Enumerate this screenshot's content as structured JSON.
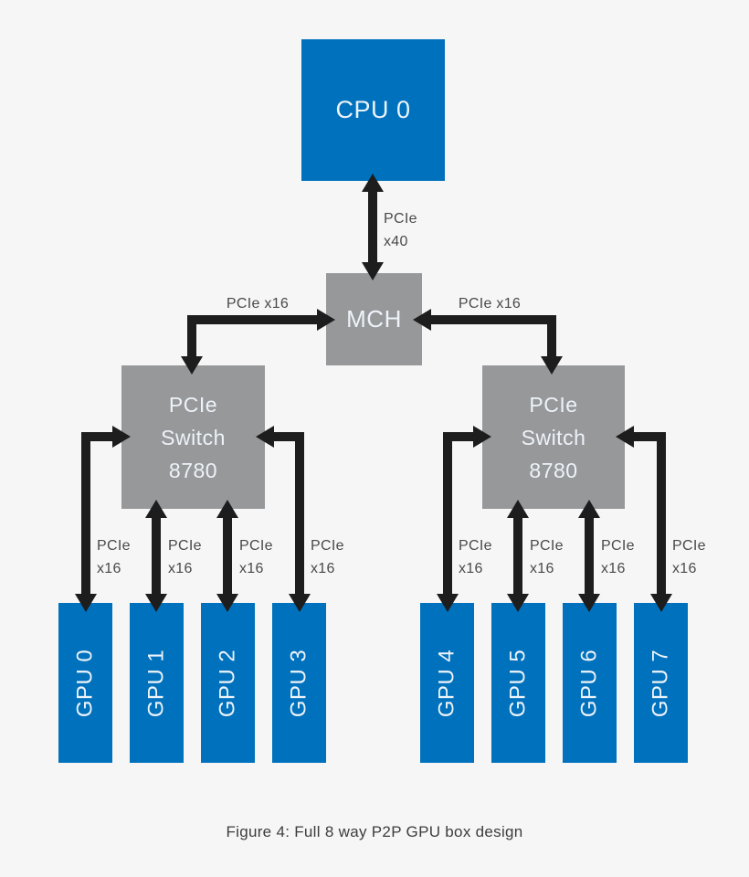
{
  "colors": {
    "bg": "#f6f6f7",
    "node-blue": "#0071bc",
    "node-gray": "#97989a",
    "arrow": "#1d1d1d",
    "box-text": "#edf3f9",
    "label-text": "#4a4a4a",
    "caption-text": "#3d3d3d"
  },
  "nodes": {
    "cpu": {
      "label": "CPU 0"
    },
    "mch": {
      "label": "MCH"
    },
    "switch_left": {
      "lines": [
        "PCIe",
        "Switch",
        "8780"
      ]
    },
    "switch_right": {
      "lines": [
        "PCIe",
        "Switch",
        "8780"
      ]
    },
    "gpus": [
      {
        "label": "GPU 0"
      },
      {
        "label": "GPU 1"
      },
      {
        "label": "GPU 2"
      },
      {
        "label": "GPU 3"
      },
      {
        "label": "GPU 4"
      },
      {
        "label": "GPU 5"
      },
      {
        "label": "GPU 6"
      },
      {
        "label": "GPU 7"
      }
    ]
  },
  "links": {
    "cpu_mch": {
      "label_lines": [
        "PCIe",
        "x40"
      ]
    },
    "mch_switch_left": {
      "label": "PCIe x16"
    },
    "mch_switch_right": {
      "label": "PCIe x16"
    },
    "switch_gpu": [
      {
        "label_lines": [
          "PCIe",
          "x16"
        ]
      },
      {
        "label_lines": [
          "PCIe",
          "x16"
        ]
      },
      {
        "label_lines": [
          "PCIe",
          "x16"
        ]
      },
      {
        "label_lines": [
          "PCIe",
          "x16"
        ]
      },
      {
        "label_lines": [
          "PCIe",
          "x16"
        ]
      },
      {
        "label_lines": [
          "PCIe",
          "x16"
        ]
      },
      {
        "label_lines": [
          "PCIe",
          "x16"
        ]
      },
      {
        "label_lines": [
          "PCIe",
          "x16"
        ]
      }
    ]
  },
  "caption": "Figure 4: Full 8 way P2P GPU box design"
}
